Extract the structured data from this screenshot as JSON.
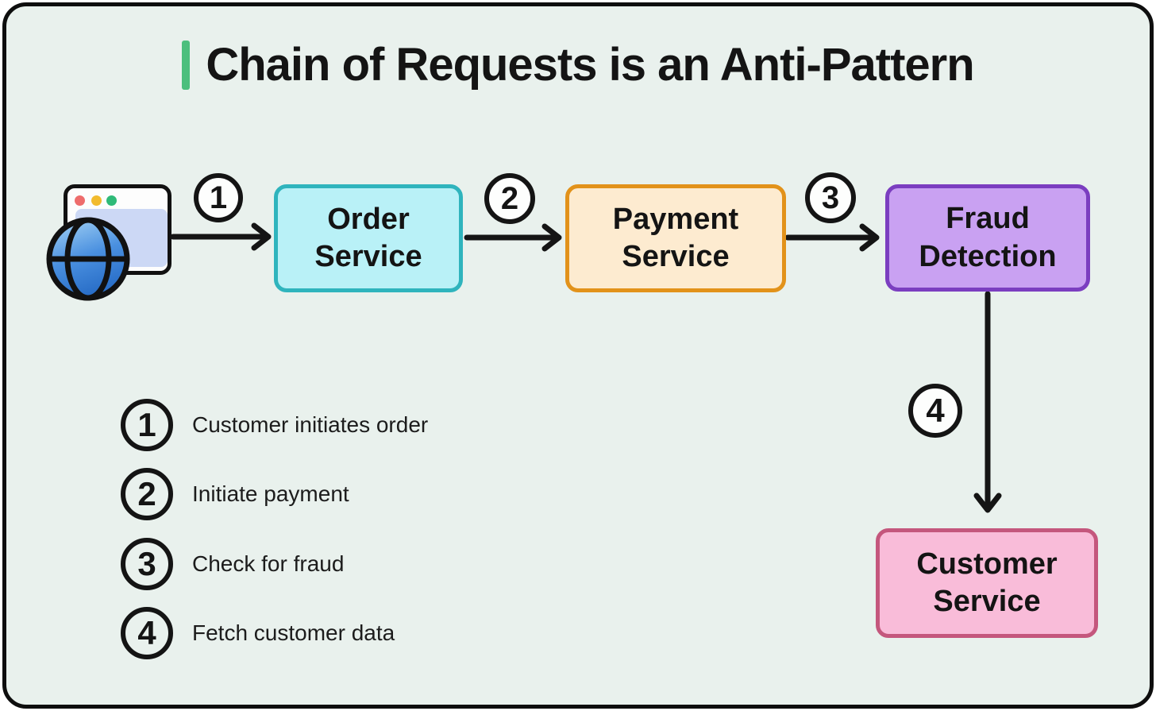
{
  "title": {
    "text": "Chain of Requests is an Anti-Pattern",
    "accent_color": "#4cbf7d"
  },
  "flow": {
    "client": {
      "icon": "browser-globe-icon",
      "traffic_dots": [
        "#ee6c6c",
        "#f2bb2e",
        "#2fba78"
      ]
    },
    "steps": [
      "1",
      "2",
      "3",
      "4"
    ],
    "nodes": [
      {
        "id": "order",
        "label": "Order Service",
        "fill": "#b9f1f7",
        "border": "#2fb4bd"
      },
      {
        "id": "payment",
        "label": "Payment Service",
        "fill": "#fdebd0",
        "border": "#e2921a"
      },
      {
        "id": "fraud",
        "label": "Fraud Detection",
        "fill": "#c9a1f2",
        "border": "#7b3ec0"
      },
      {
        "id": "customer",
        "label": "Customer Service",
        "fill": "#f9bcd9",
        "border": "#c4577d"
      }
    ]
  },
  "legend": {
    "items": [
      {
        "number": "1",
        "text": "Customer initiates order"
      },
      {
        "number": "2",
        "text": "Initiate payment"
      },
      {
        "number": "3",
        "text": "Check for fraud"
      },
      {
        "number": "4",
        "text": "Fetch customer data"
      }
    ]
  }
}
